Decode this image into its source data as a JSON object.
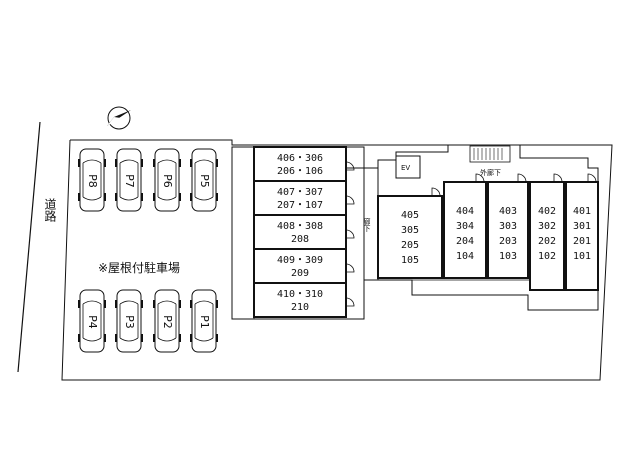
{
  "road_label": "道路",
  "parking_note": "※屋根付駐車場",
  "corridor_label_1": "廊下",
  "corridor_label_2": "外廊下",
  "ev_label": "EV",
  "parking_top": [
    "P8",
    "P7",
    "P6",
    "P5"
  ],
  "parking_bottom": [
    "P4",
    "P3",
    "P2",
    "P1"
  ],
  "west_units": [
    {
      "line1": "406・306",
      "line2": "206・106"
    },
    {
      "line1": "407・307",
      "line2": "207・107"
    },
    {
      "line1": "408・308",
      "line2": "208"
    },
    {
      "line1": "409・309",
      "line2": "209"
    },
    {
      "line1": "410・310",
      "line2": "210"
    }
  ],
  "east_units": [
    [
      "405",
      "305",
      "205",
      "105"
    ],
    [
      "404",
      "304",
      "204",
      "104"
    ],
    [
      "403",
      "303",
      "203",
      "103"
    ],
    [
      "402",
      "302",
      "202",
      "102"
    ],
    [
      "401",
      "301",
      "201",
      "101"
    ]
  ],
  "colors": {
    "line": "#111111",
    "background": "#ffffff"
  },
  "icons": [
    "compass-icon",
    "car-icon",
    "door-swing-icon",
    "stairs-icon"
  ]
}
